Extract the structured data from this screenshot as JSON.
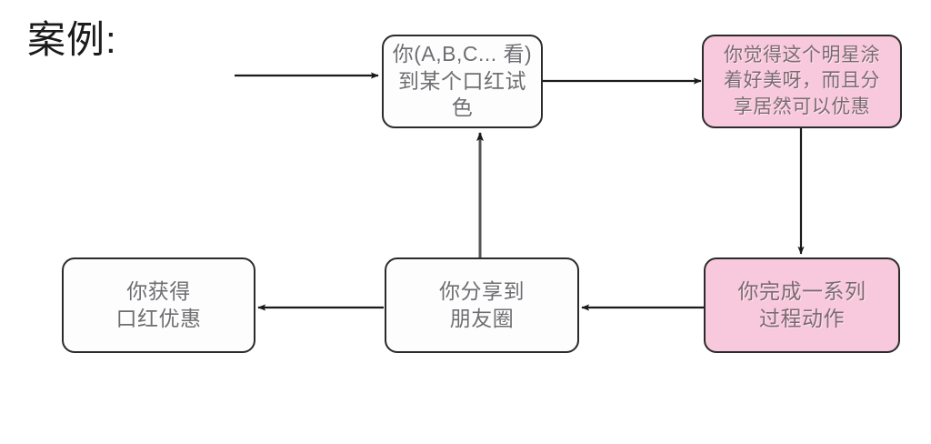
{
  "page": {
    "title": "案例:",
    "background_color": "#ffffff"
  },
  "colors": {
    "node_border": "#2b2b2b",
    "node_fill_plain": "#fdfdfd",
    "node_fill_highlight": "#f8c8dc",
    "node_text_plain": "#6e6e72",
    "node_text_highlight": "#7c6a72",
    "connector": "#1a1a1a",
    "title_text": "#1b1b1b"
  },
  "diagram": {
    "type": "flowchart",
    "nodes": [
      {
        "id": "see-lipstick",
        "label": "你(A,B,C... 看)\n到某个口红试色",
        "style": "plain"
      },
      {
        "id": "feel-pretty",
        "label": "你觉得这个明星涂\n着好美呀，而且分\n享居然可以优惠",
        "style": "highlight"
      },
      {
        "id": "complete-actions",
        "label": "你完成一系列\n过程动作",
        "style": "highlight"
      },
      {
        "id": "share-moments",
        "label": "你分享到\n朋友圈",
        "style": "plain"
      },
      {
        "id": "get-discount",
        "label": "你获得\n口红优惠",
        "style": "plain"
      }
    ],
    "edges": [
      {
        "id": "entry-arrow",
        "from": "start",
        "to": "see-lipstick",
        "direction": "right"
      },
      {
        "id": "see-to-feel",
        "from": "see-lipstick",
        "to": "feel-pretty",
        "direction": "right"
      },
      {
        "id": "feel-to-complete",
        "from": "feel-pretty",
        "to": "complete-actions",
        "direction": "down"
      },
      {
        "id": "complete-to-share",
        "from": "complete-actions",
        "to": "share-moments",
        "direction": "left"
      },
      {
        "id": "share-to-get",
        "from": "share-moments",
        "to": "get-discount",
        "direction": "left"
      },
      {
        "id": "share-to-see",
        "from": "share-moments",
        "to": "see-lipstick",
        "direction": "up"
      }
    ]
  }
}
